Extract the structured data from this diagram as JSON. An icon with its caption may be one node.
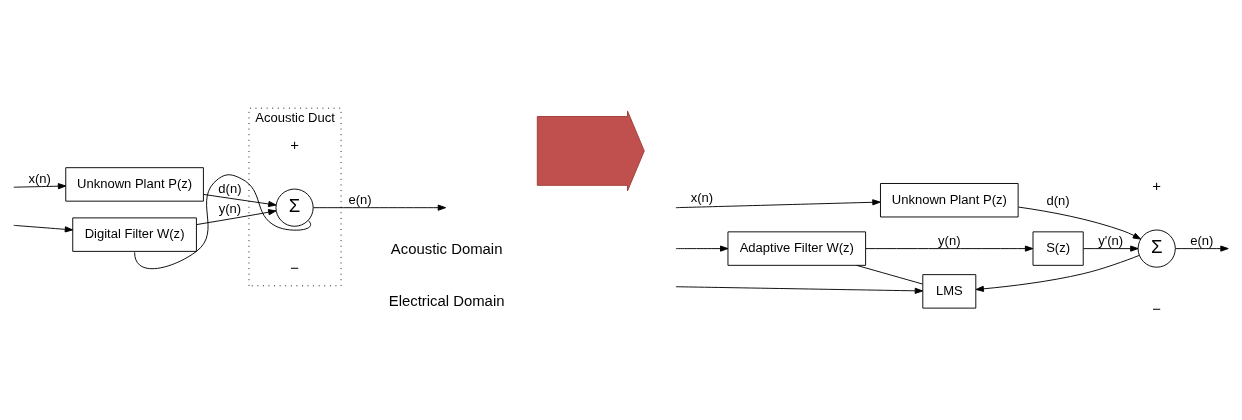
{
  "diagram": {
    "nodes": [
      {
        "text": [
          "Unknown Plant P(z)"
        ]
      },
      {
        "text": [
          "Acoustic Duct"
        ]
      },
      {
        "text": [
          "Σ"
        ],
        "in": 1
      },
      {
        "text": [
          "Digital Filter W(z)"
        ]
      },
      {
        "text": [],
        "shape": "arrow"
      },
      {
        "text": [
          "Unknown Plant P(z)"
        ]
      },
      {
        "text": [
          "Σ"
        ]
      },
      {
        "text": [
          "Adaptive Filter W(z)"
        ]
      },
      {
        "text": [
          "S(z)"
        ]
      },
      {
        "text": [
          "LMS"
        ]
      }
    ],
    "edges": [
      {
        "from": null,
        "to": 0,
        "arrow": "to",
        "label": "x(n)"
      },
      {
        "from": null,
        "to": 3,
        "arrow": "to"
      },
      {
        "from": 0,
        "to": 2,
        "arrow": "to",
        "label": "d(n)"
      },
      {
        "from": 2,
        "to": null,
        "arrow": "to",
        "label": "e(n)"
      },
      {
        "from": 3,
        "to": 2,
        "arrow": "to",
        "label": "y(n)"
      },
      {
        "from": 2,
        "to": 3,
        "arrow": "none"
      },
      {
        "from": null,
        "to": 5,
        "arrow": "to",
        "label": "x(n)"
      },
      {
        "from": null,
        "to": 7,
        "arrow": "to"
      },
      {
        "from": null,
        "to": 9,
        "arrow": "to"
      },
      {
        "from": 5,
        "to": 6,
        "arrow": "to",
        "label": "d(n)"
      },
      {
        "from": 6,
        "to": null,
        "arrow": "to",
        "label": "e(n)"
      },
      {
        "from": 7,
        "to": 8,
        "arrow": "to",
        "label": "y(n)"
      },
      {
        "from": 8,
        "to": 6,
        "arrow": "to",
        "label": "y'(n)"
      },
      {
        "from": 6,
        "to": 9,
        "arrow": "to"
      },
      {
        "from": 9,
        "to": 7,
        "arrow": "none"
      }
    ],
    "labels": [
      "+",
      "−",
      "Acoustic Domain",
      "Electrical Domain",
      "+",
      "−"
    ]
  }
}
